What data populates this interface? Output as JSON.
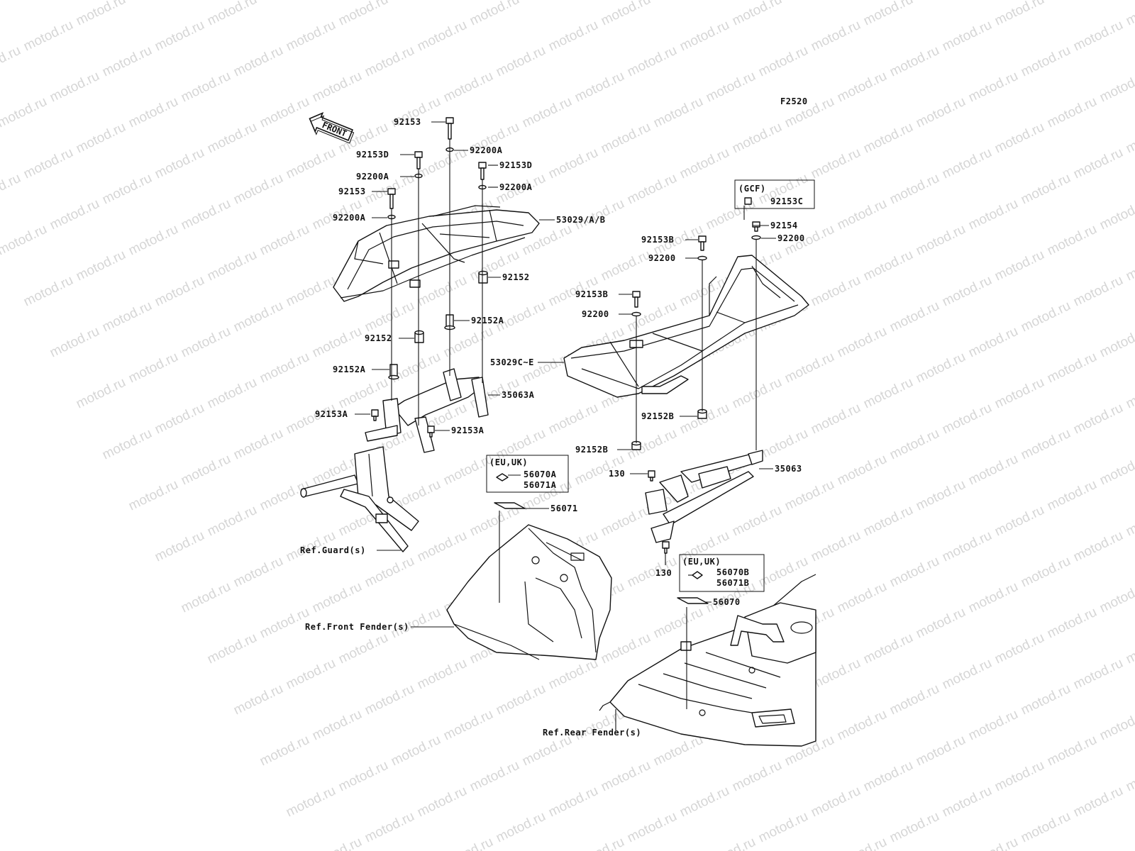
{
  "watermark": "motod.ru",
  "figure_code": "F2520",
  "front_arrow_label": "FRONT",
  "labels": {
    "p92153_top": "92153",
    "p92200A_top": "92200A",
    "p92153D_left": "92153D",
    "p92153D_right": "92153D",
    "p92200A_left": "92200A",
    "p92200A_right": "92200A",
    "p92153_left": "92153",
    "p92200A_left2": "92200A",
    "p53029AB": "53029/A/B",
    "p92152_right": "92152",
    "p92152A_right": "92152A",
    "p92152_left": "92152",
    "p92152A_left": "92152A",
    "p35063A": "35063A",
    "p92153A_left": "92153A",
    "p92153A_right": "92153A",
    "gcf_title": "(GCF)",
    "p92153C": "92153C",
    "p92154": "92154",
    "p92200_r1": "92200",
    "p92153B_1": "92153B",
    "p92200_r2": "92200",
    "p92153B_2": "92153B",
    "p92200_r3": "92200",
    "p53029CE": "53029C~E",
    "p92152B_1": "92152B",
    "p92152B_2": "92152B",
    "p35063": "35063",
    "p130_top": "130",
    "p130_bottom": "130",
    "eu1_title": "(EU,UK)",
    "p56070A": "56070A",
    "p56071A": "56071A",
    "p56071": "56071",
    "eu2_title": "(EU,UK)",
    "p56070B": "56070B",
    "p56071B": "56071B",
    "p56070": "56070",
    "ref_guard": "Ref.Guard(s)",
    "ref_front_fender": "Ref.Front Fender(s)",
    "ref_rear_fender": "Ref.Rear Fender(s)"
  }
}
